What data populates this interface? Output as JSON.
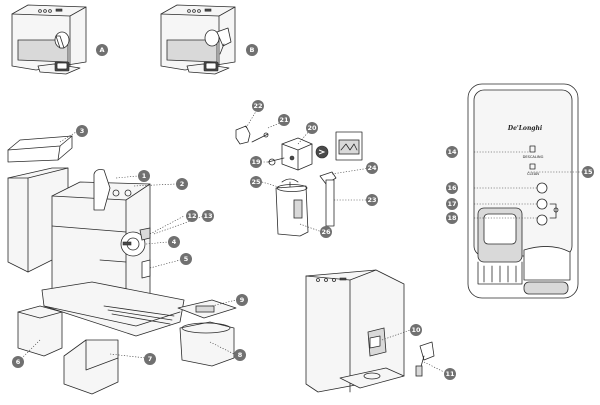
{
  "figure_labels": {
    "view_a": "A",
    "view_b": "B"
  },
  "parts": [
    "1",
    "2",
    "3",
    "4",
    "5",
    "6",
    "7",
    "8",
    "9",
    "10",
    "11",
    "12",
    "13",
    "14",
    "15",
    "16",
    "17",
    "18",
    "19",
    "20",
    "21",
    "22",
    "23",
    "24",
    "25",
    "26"
  ],
  "panel": {
    "brand": "De'Longhi",
    "descaling": "DESCALING",
    "clean": "CLEAN"
  },
  "colors": {
    "badge": "#707070",
    "line": "#2b2b2b",
    "fill_light": "#f6f6f6",
    "fill_mid": "#d9d9d9"
  }
}
